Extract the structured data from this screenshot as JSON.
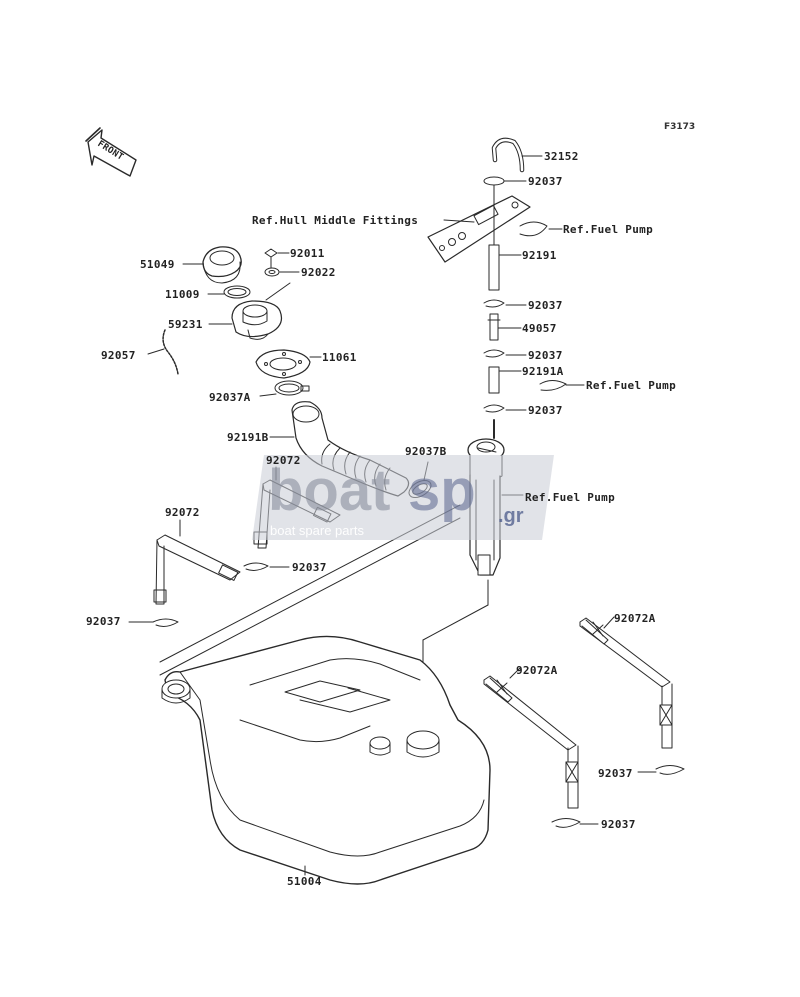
{
  "diagram_code": "F3173",
  "front_label": "FRONT",
  "parts": {
    "p32152": "32152",
    "p92037_top": "92037",
    "ref_hull": "Ref.Hull Middle Fittings",
    "ref_fuel_pump_1": "Ref.Fuel Pump",
    "p51049": "51049",
    "p92011": "92011",
    "p92022": "92022",
    "p11009": "11009",
    "p92191": "92191",
    "p59231": "59231",
    "p92037_b": "92037",
    "p49057": "49057",
    "p92057": "92057",
    "p11061": "11061",
    "p92037_c": "92037",
    "p92191A": "92191A",
    "ref_fuel_pump_2": "Ref.Fuel Pump",
    "p92037A": "92037A",
    "p92037_d": "92037",
    "p92191B": "92191B",
    "p92037B": "92037B",
    "p92072_a": "92072",
    "ref_fuel_pump_3": "Ref.Fuel Pump",
    "p92072_b": "92072",
    "p92037_e": "92037",
    "p92037_f": "92037",
    "p92072A_a": "92072A",
    "p92072A_b": "92072A",
    "p92037_g": "92037",
    "p92037_h": "92037",
    "p51004": "51004"
  },
  "watermark": {
    "brand": "boat",
    "brand_accent": "sp",
    "domain": ".gr",
    "tagline": "boat spare parts"
  },
  "colors": {
    "line": "#2a2a2a",
    "watermark_fill": "#c9ccd6",
    "watermark_accent": "#4a5a8a"
  }
}
